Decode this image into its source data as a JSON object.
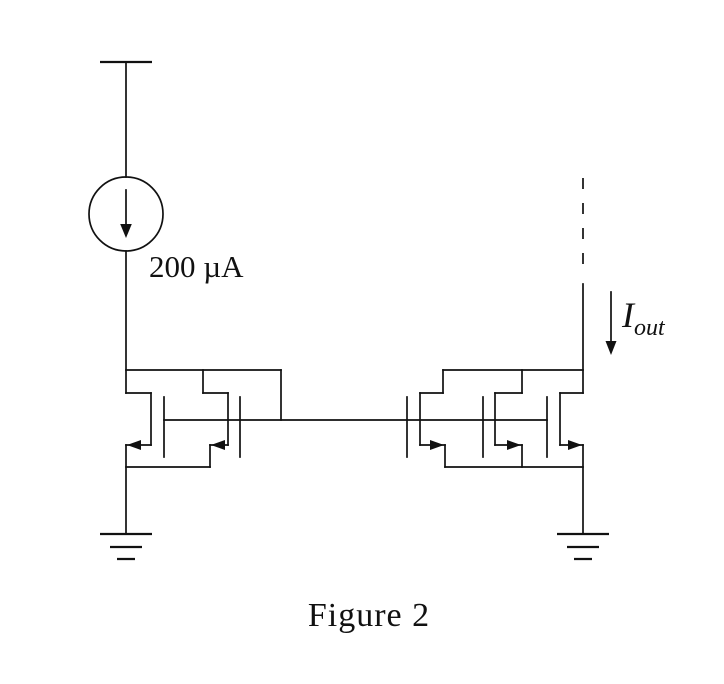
{
  "colors": {
    "background": "#ffffff",
    "line": "#111111"
  },
  "caption": {
    "text": "Figure 2"
  },
  "schematic": {
    "description": "NMOS current mirror: diode-connected input pair fed by a current source, three-transistor output branch with dashed continuation to Iout",
    "supply": {
      "symbol": "power-rail-bar"
    },
    "current_source": {
      "label": "200 µA",
      "value": 200,
      "unit": "µA",
      "arrow_direction": "down"
    },
    "output_current": {
      "label_main": "I",
      "label_sub": "out",
      "arrow_direction": "down",
      "continuation_style": "dashed"
    },
    "left_mirror": {
      "transistor_count": 2,
      "device_type": "nmos",
      "diode_connected": true,
      "source_arrow_direction": "left"
    },
    "right_mirror": {
      "transistor_count": 3,
      "device_type": "nmos",
      "diode_connected": false,
      "source_arrow_direction": "right"
    },
    "ground_count": 2
  }
}
